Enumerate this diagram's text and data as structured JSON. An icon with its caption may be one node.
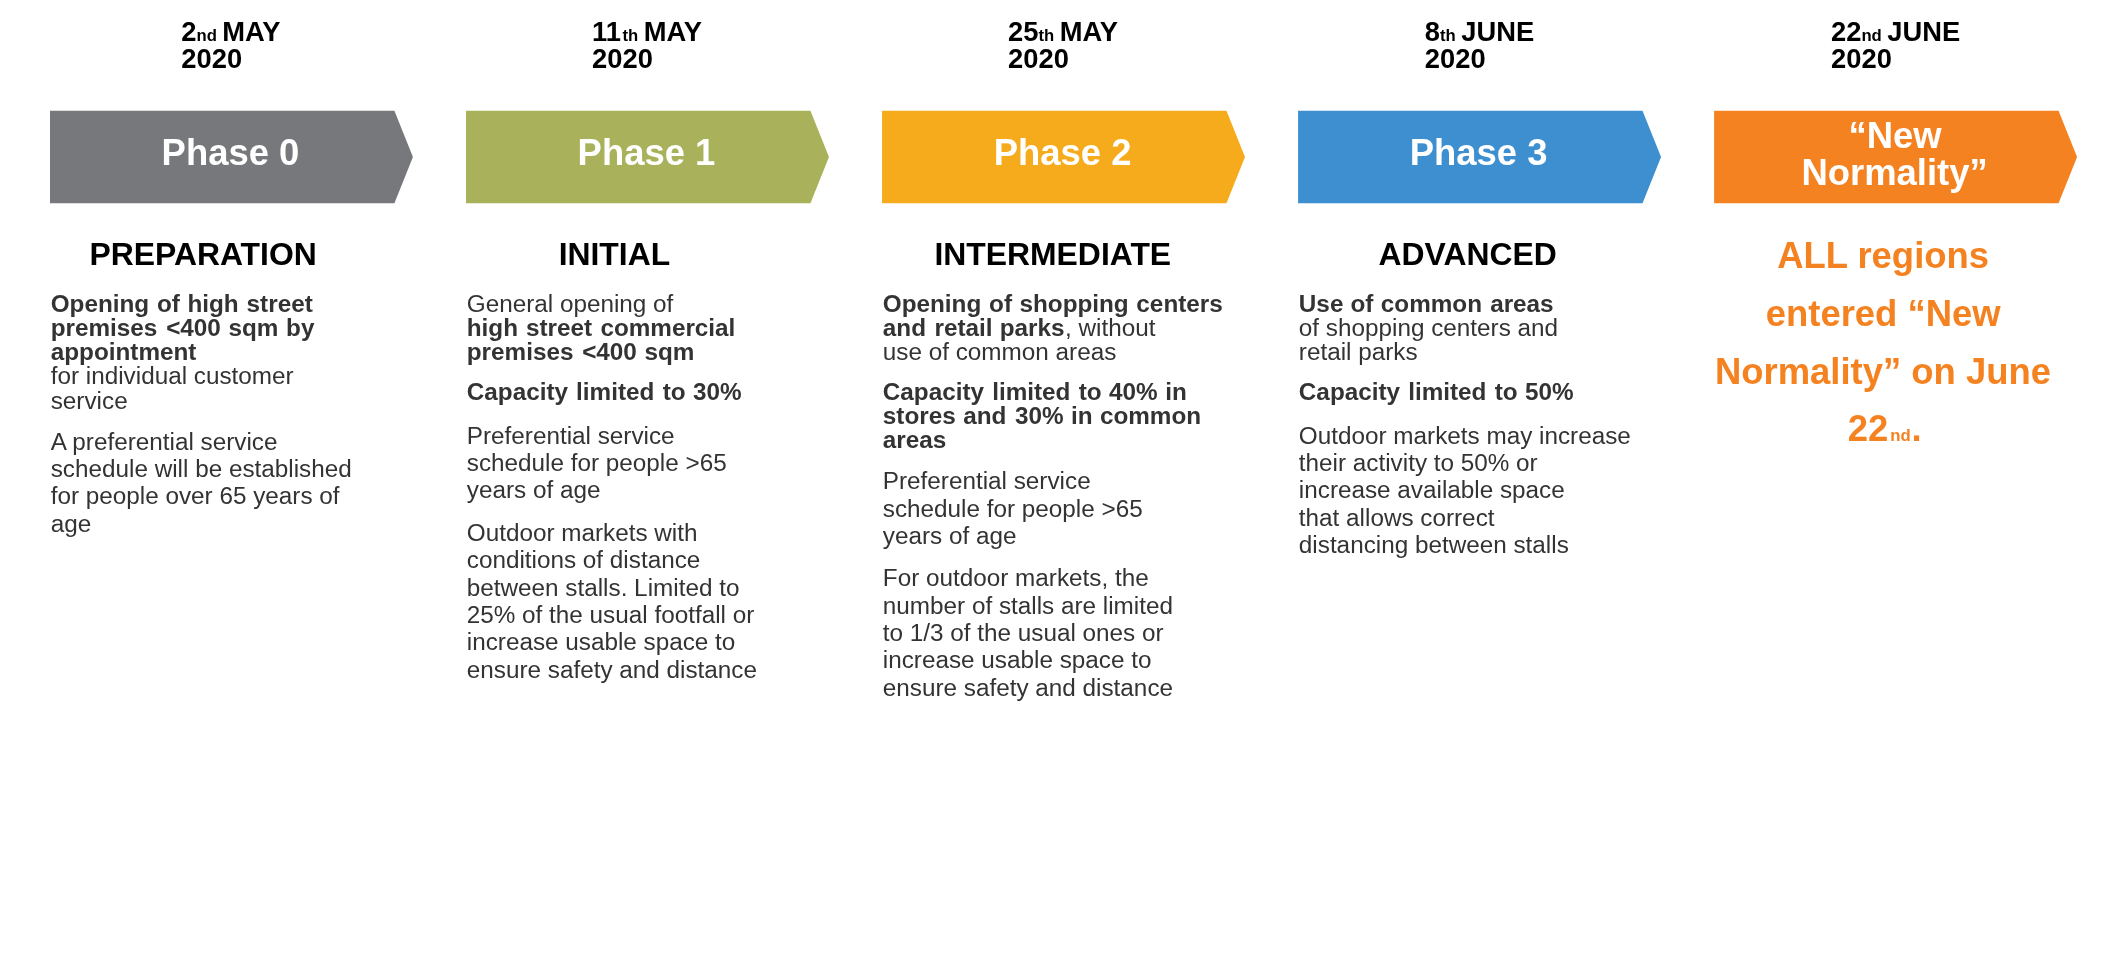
{
  "diagram": {
    "nodes": [
      {
        "text": [
          "Phase 0"
        ],
        "beside": [
          "2$^{nd}$ MAY 2020",
          "PREPARATION",
          "**Opening of high street premises <400 sqm by appointment** for individual customer service",
          "A preferential service schedule will be established for people over 65 years of age"
        ]
      },
      {
        "text": [
          "Phase 1"
        ],
        "beside": [
          "11$^{th}$ MAY 2020",
          "INITIAL",
          "General opening of **high street commercial premises <400 sqm**",
          "**Capacity limited to 30%**",
          "Preferential service schedule for people >65 years of age",
          "Outdoor markets with conditions of distance between stalls. Limited to 25% of the usual footfall or increase usable space to ensure safety and distance"
        ]
      },
      {
        "text": [
          "Phase 2"
        ],
        "beside": [
          "25$^{th}$ MAY 2020",
          "INTERMEDIATE",
          "**Opening of shopping centers and retail parks**, without use of common areas",
          "**Capacity limited to 40% in stores and 30% in common areas**",
          "Preferential service schedule for people >65 years of age",
          "For outdoor markets, the number of stalls are limited to 1/3 of the usual ones or increase usable space to ensure safety and distance"
        ]
      },
      {
        "text": [
          "Phase 3"
        ],
        "beside": [
          "8$^{th}$ JUNE 2020",
          "ADVANCED",
          "**Use of common areas** of shopping centers and retail parks",
          "**Capacity limited to 50%**",
          "Outdoor markets may increase their activity to 50% or increase available space that allows correct distancing between stalls"
        ]
      },
      {
        "text": [
          "“New Normality”"
        ],
        "beside": [
          "22$^{nd}$ JUNE 2020",
          "ALL regions entered “New Normality” on June 22$^{nd}$."
        ]
      }
    ],
    "edges": []
  }
}
